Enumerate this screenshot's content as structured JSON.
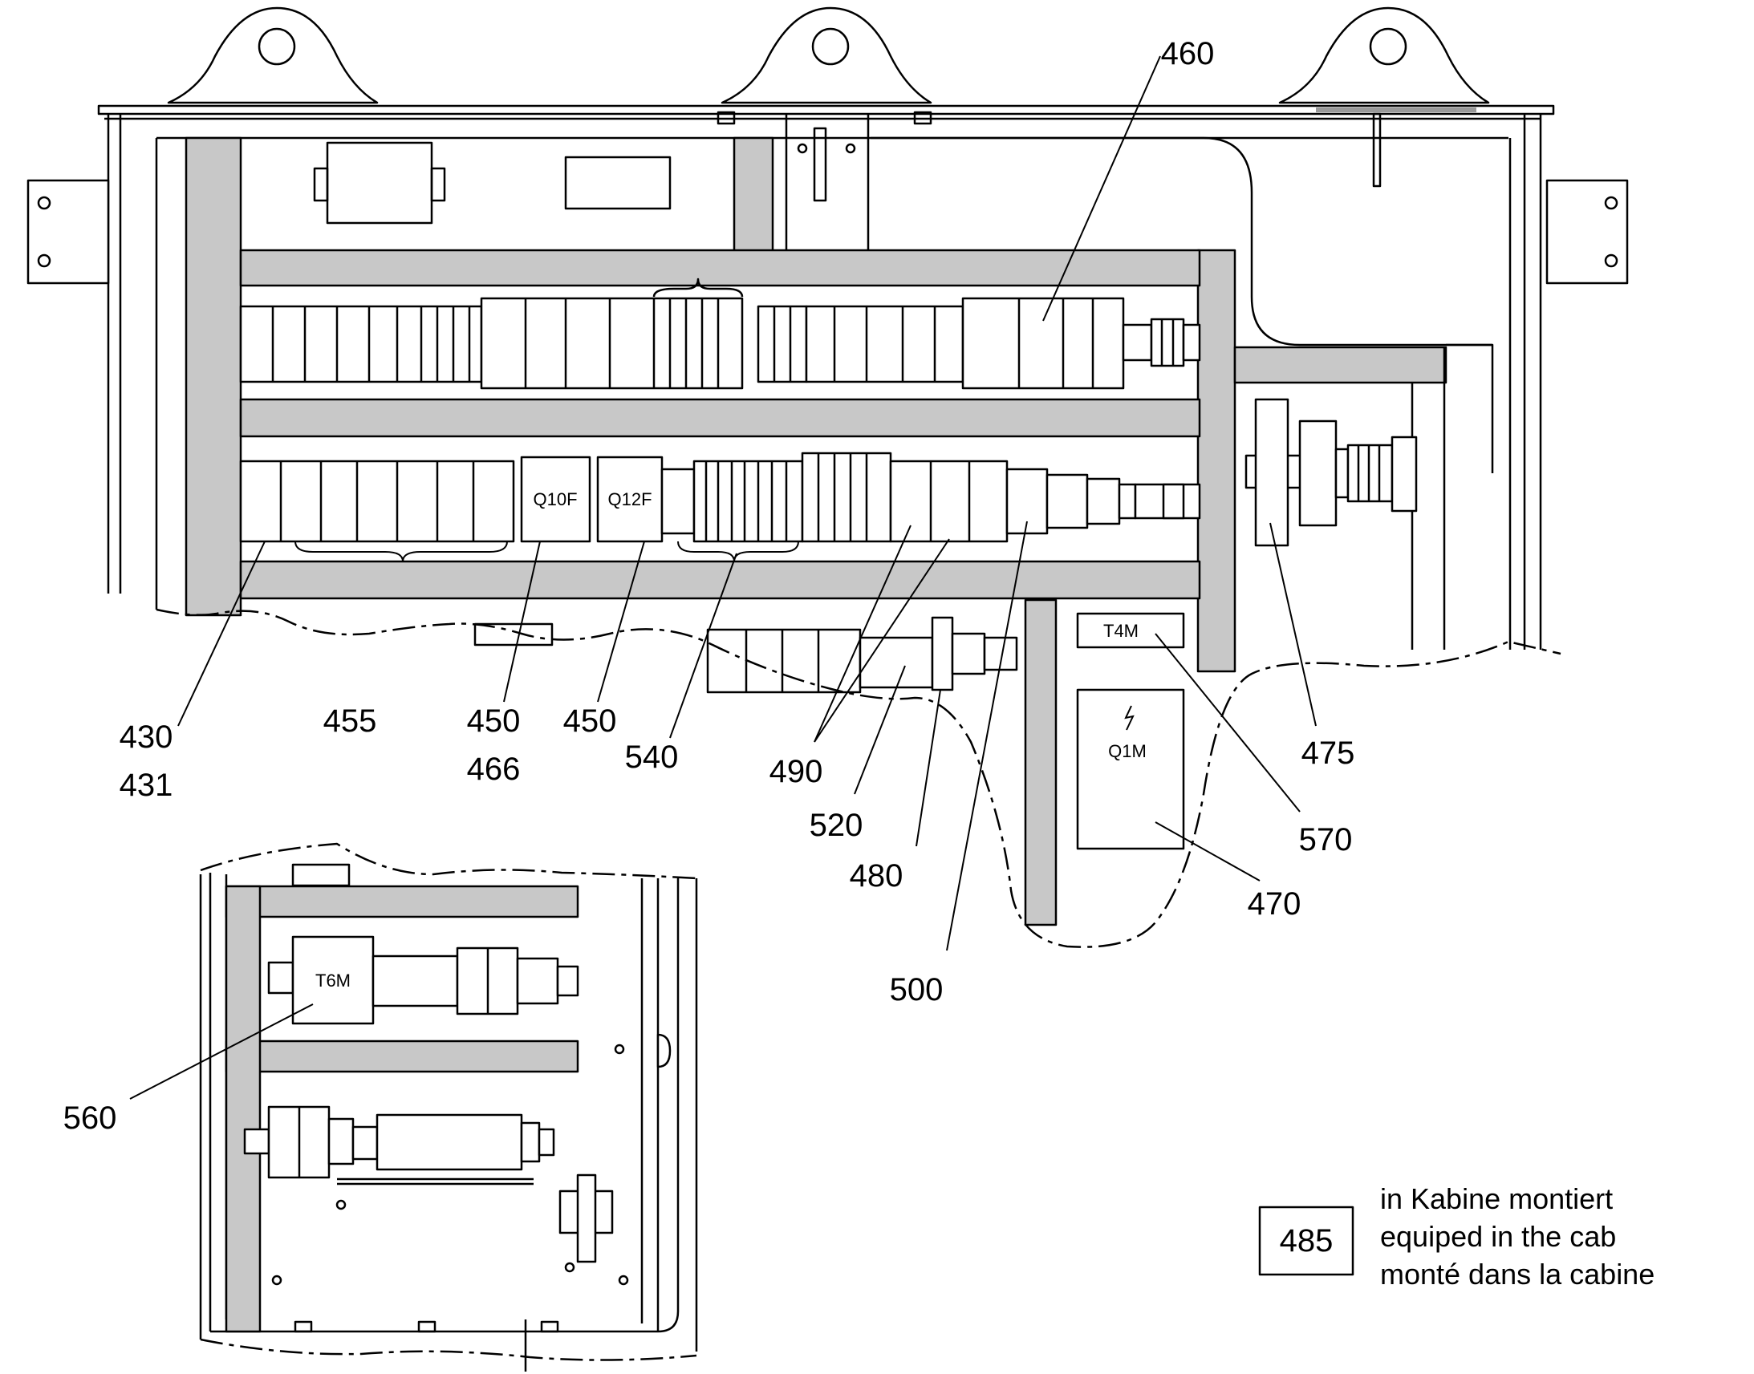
{
  "component_tags": {
    "q10f": "Q10F",
    "q12f": "Q12F",
    "t4m": "T4M",
    "q1m": "Q1M",
    "t6m": "T6M"
  },
  "callouts": {
    "c460": "460",
    "c430": "430",
    "c431": "431",
    "c455": "455",
    "c450a": "450",
    "c466": "466",
    "c450b": "450",
    "c540": "540",
    "c490": "490",
    "c520": "520",
    "c480": "480",
    "c500": "500",
    "c475": "475",
    "c570": "570",
    "c470": "470",
    "c560": "560"
  },
  "legend": {
    "number": "485",
    "line_de": "in Kabine montiert",
    "line_en": "equiped in the cab",
    "line_fr": "monté dans la cabine"
  },
  "colors": {
    "rail_fill": "#c8c8c8",
    "line": "#000000",
    "background": "#ffffff"
  },
  "icons": {
    "q1m_symbol": "lightning-bolt-icon"
  }
}
